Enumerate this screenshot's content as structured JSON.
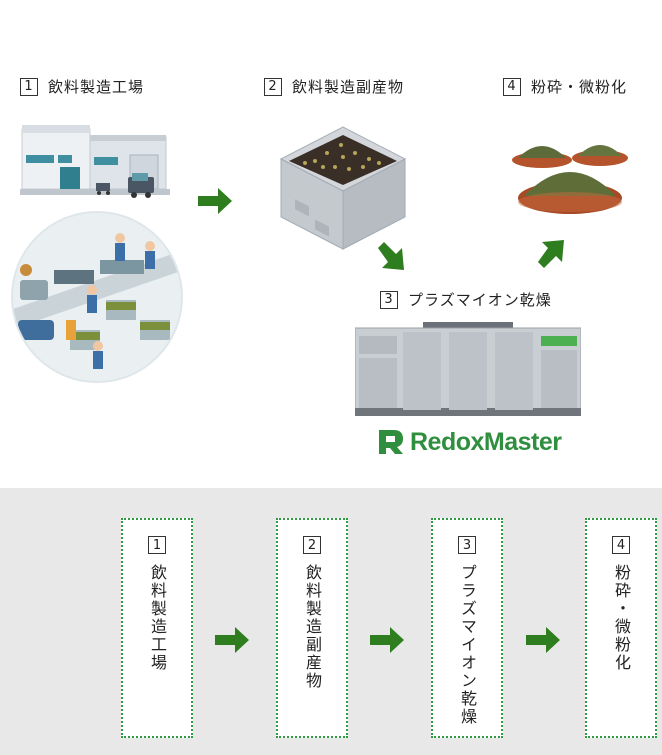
{
  "steps": [
    {
      "number": "1",
      "label": "飲料製造工場",
      "vertical": "飲料製造工場"
    },
    {
      "number": "2",
      "label": "飲料製造副産物",
      "vertical": "飲料製造副産物"
    },
    {
      "number": "3",
      "label": "プラズマイオン乾燥",
      "vertical": "プラズマイオン乾燥"
    },
    {
      "number": "4",
      "label": "粉砕・微粉化",
      "vertical": "粉砕・微粉化"
    }
  ],
  "brand": {
    "name": "RedoxMaster",
    "color": "#2f8f3f"
  },
  "colors": {
    "arrow": "#2e7d1f",
    "card_border": "#2e9b44",
    "bottom_bg": "#e8e8e8"
  },
  "icons": [
    "factory-icon",
    "production-line-icon",
    "crate-icon",
    "dryer-machine-icon",
    "powder-bowls-icon",
    "right-arrow-icon",
    "down-arrow-icon",
    "up-arrow-icon"
  ]
}
